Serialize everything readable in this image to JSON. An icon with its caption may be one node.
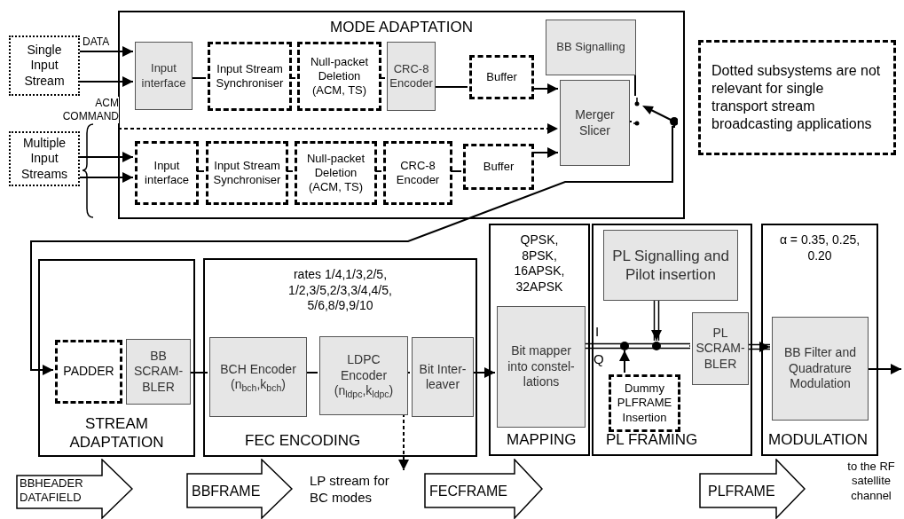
{
  "diagram": {
    "nodes": [
      {
        "text": [
          "Single Input Stream"
        ]
      },
      {
        "text": [
          "Multiple Input Streams"
        ]
      },
      {
        "text": [
          "MODE ADAPTATION"
        ]
      },
      {
        "text": [
          "Input interface"
        ],
        "in": 2
      },
      {
        "text": [
          "Input Stream Synchroniser"
        ],
        "in": 2
      },
      {
        "text": [
          "Null-packet Deletion (ACM, TS)"
        ],
        "in": 2
      },
      {
        "text": [
          "CRC-8 Encoder"
        ],
        "in": 2
      },
      {
        "text": [
          "Buffer"
        ],
        "in": 2
      },
      {
        "text": [
          "BB Signalling"
        ],
        "in": 2
      },
      {
        "text": [
          "Merger Slicer"
        ],
        "in": 2
      },
      {
        "text": [
          "Input interface"
        ],
        "in": 2
      },
      {
        "text": [
          "Input Stream Synchroniser"
        ],
        "in": 2
      },
      {
        "text": [
          "Null-packet Deletion (ACM, TS)"
        ],
        "in": 2
      },
      {
        "text": [
          "CRC-8 Encoder"
        ],
        "in": 2
      },
      {
        "text": [
          "Buffer"
        ],
        "in": 2
      },
      {
        "text": [],
        "shape": "picture",
        "in": 2
      },
      {
        "text": [
          "Dotted subsystems are not relevant for single transport stream broadcasting applications"
        ]
      },
      {
        "text": [
          "STREAM ADAPTATION"
        ]
      },
      {
        "text": [
          "PADDER"
        ],
        "in": 17
      },
      {
        "text": [
          "BB SCRAM- BLER"
        ],
        "in": 17
      },
      {
        "text": [
          "rates 1/4,1/3,2/5, 1/2,3/5,2/3,3/4,4/5, 5/6,8/9,9/10",
          "FEC ENCODING"
        ]
      },
      {
        "text": [
          "BCH Encoder (n$_{bch}$,k$_{bch}$)"
        ],
        "in": 20
      },
      {
        "text": [
          "LDPC Encoder (n$_{ldpc}$,k$_{ldpc}$)"
        ],
        "in": 20
      },
      {
        "text": [
          "Bit Inter- leaver"
        ],
        "in": 20
      },
      {
        "text": [
          "QPSK, 8PSK, 16APSK, 32APSK",
          "MAPPING"
        ]
      },
      {
        "text": [
          "Bit mapper into constel- lations"
        ],
        "in": 24
      },
      {
        "text": [
          "PL FRAMING"
        ]
      },
      {
        "text": [
          "PL Signalling and Pilot insertion"
        ],
        "in": 26
      },
      {
        "text": [
          "PL SCRAM- BLER"
        ],
        "in": 26
      },
      {
        "text": [
          "Dummy PLFRAME Insertion"
        ],
        "in": 26
      },
      {
        "text": [
          "α = 0.35, 0.25, 0.20",
          "MODULATION"
        ]
      },
      {
        "text": [
          "BB Filter and Quadrature Modulation"
        ],
        "in": 30
      },
      {
        "text": [
          "LP stream for BC modes"
        ]
      },
      {
        "text": [
          "BBHEADER DATAFIELD"
        ]
      },
      {
        "text": [
          "BBFRAME"
        ]
      },
      {
        "text": [
          "FECFRAME"
        ]
      },
      {
        "text": [
          "PLFRAME"
        ]
      }
    ],
    "edges": [
      {
        "from": 0,
        "to": 3,
        "arrow": "to",
        "label": "DATA"
      },
      {
        "from": 0,
        "to": 3,
        "arrow": "to",
        "label": "ACM COMMAND"
      },
      {
        "from": 1,
        "to": 10,
        "arrow": "to"
      },
      {
        "from": 1,
        "to": 10,
        "arrow": "to"
      },
      {
        "from": 3,
        "to": 4,
        "arrow": "none"
      },
      {
        "from": 4,
        "to": 5,
        "arrow": "none"
      },
      {
        "from": 5,
        "to": 6,
        "arrow": "none"
      },
      {
        "from": 6,
        "to": 7,
        "arrow": "none"
      },
      {
        "from": 7,
        "to": 9,
        "arrow": "to"
      },
      {
        "from": 10,
        "to": 11,
        "arrow": "none"
      },
      {
        "from": 11,
        "to": 12,
        "arrow": "none"
      },
      {
        "from": 12,
        "to": 13,
        "arrow": "none"
      },
      {
        "from": 13,
        "to": 14,
        "arrow": "none"
      },
      {
        "from": 14,
        "to": 9,
        "arrow": "to"
      },
      {
        "from": null,
        "to": 9,
        "arrow": "to",
        "style": "dashed"
      },
      {
        "from": 8,
        "to": 15,
        "arrow": "none"
      },
      {
        "from": 9,
        "to": 15,
        "arrow": "none"
      },
      {
        "from": 15,
        "to": 18,
        "arrow": "to"
      },
      {
        "from": 19,
        "to": 21,
        "arrow": "none"
      },
      {
        "from": 21,
        "to": 22,
        "arrow": "none"
      },
      {
        "from": 22,
        "to": 23,
        "arrow": "none"
      },
      {
        "from": 23,
        "to": 25,
        "arrow": "to"
      },
      {
        "from": 25,
        "to": 28,
        "arrow": "none"
      },
      {
        "from": 27,
        "to": null,
        "arrow": "to"
      },
      {
        "from": 29,
        "to": null,
        "arrow": "to"
      },
      {
        "from": 28,
        "to": 31,
        "arrow": "to"
      },
      {
        "from": 31,
        "to": null,
        "arrow": "to"
      },
      {
        "from": 22,
        "to": 32,
        "arrow": "to",
        "style": "dashed"
      }
    ],
    "labels": [
      "I",
      "Q",
      "to the RF satellite channel"
    ]
  }
}
